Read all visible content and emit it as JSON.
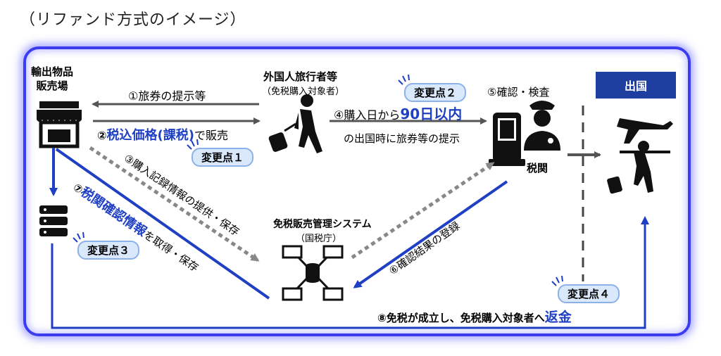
{
  "title": "（リファンド方式のイメージ）",
  "nodes": {
    "shop": [
      "輸出物品",
      "販売場"
    ],
    "traveler": "外国人旅行者等",
    "traveler_sub": "（免税購入対象者）",
    "customs_check": "⑤確認・検査",
    "customs": "税関",
    "exit": "出国",
    "system": "免税販売管理システム",
    "system_sub": "（国税庁）"
  },
  "flows": {
    "f1": "①旅券の提示等",
    "f2_num": "②",
    "f2_em": "税込価格(課税)",
    "f2_rest": "で販売",
    "f3": "③購入記録情報の提供・保存",
    "f4_pre": "④購入日から",
    "f4_em": "90日以内",
    "f4_line2": "の出国時に旅券等の提示",
    "f6": "⑥確認結果の登録",
    "f7_num": "⑦",
    "f7_em": "税関確認情報",
    "f7_rest": "を取得・保存",
    "f8_pre": "⑧免税が成立し、免税購入対象者へ",
    "f8_em": "返金"
  },
  "changes": [
    "変更点１",
    "変更点２",
    "変更点３",
    "変更点４"
  ],
  "colors": {
    "accent": "#1f3fc4",
    "frame": "#3b3bf0",
    "exit_box": "#1e3fa0",
    "change_bg": "#d9e8fb"
  }
}
